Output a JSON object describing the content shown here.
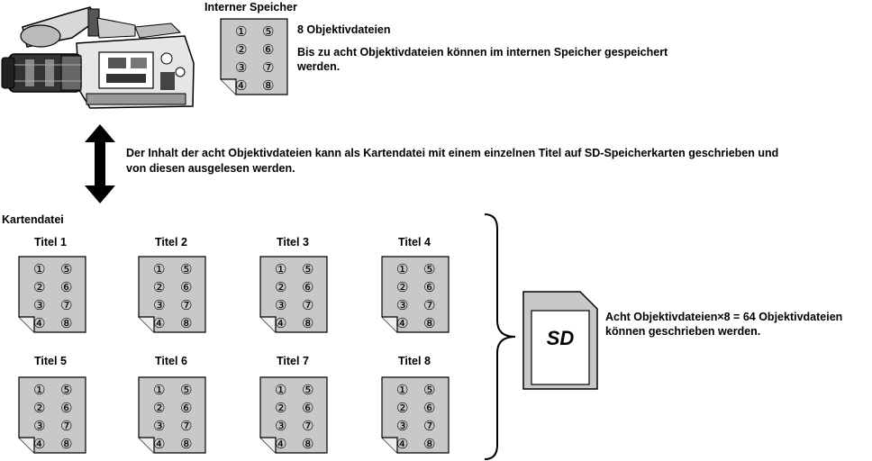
{
  "internal": {
    "title": "Interner Speicher",
    "files_label": "8 Objektivdateien",
    "desc_line1": "Bis zu acht Objektivdateien können im internen Speicher gespeichert",
    "desc_line2": "werden."
  },
  "transfer": {
    "line1": "Der Inhalt der acht Objektivdateien kann als Kartendatei mit einem einzelnen Titel auf SD-Speicherkarten geschrieben und",
    "line2": "von diesen ausgelesen werden."
  },
  "card_file": {
    "label": "Kartendatei",
    "titles": [
      "Titel 1",
      "Titel 2",
      "Titel 3",
      "Titel 4",
      "Titel 5",
      "Titel 6",
      "Titel 7",
      "Titel 8"
    ]
  },
  "file_numbers": [
    "①",
    "⑤",
    "②",
    "⑥",
    "③",
    "⑦",
    "④",
    "⑧"
  ],
  "result": {
    "line1": "Acht Objektivdateien×8 = 64 Objektivdateien",
    "line2": "können geschrieben werden."
  },
  "sd_logo": "SD",
  "colors": {
    "doc_fill": "#c8c8c8",
    "line": "#000000",
    "background": "#ffffff"
  }
}
